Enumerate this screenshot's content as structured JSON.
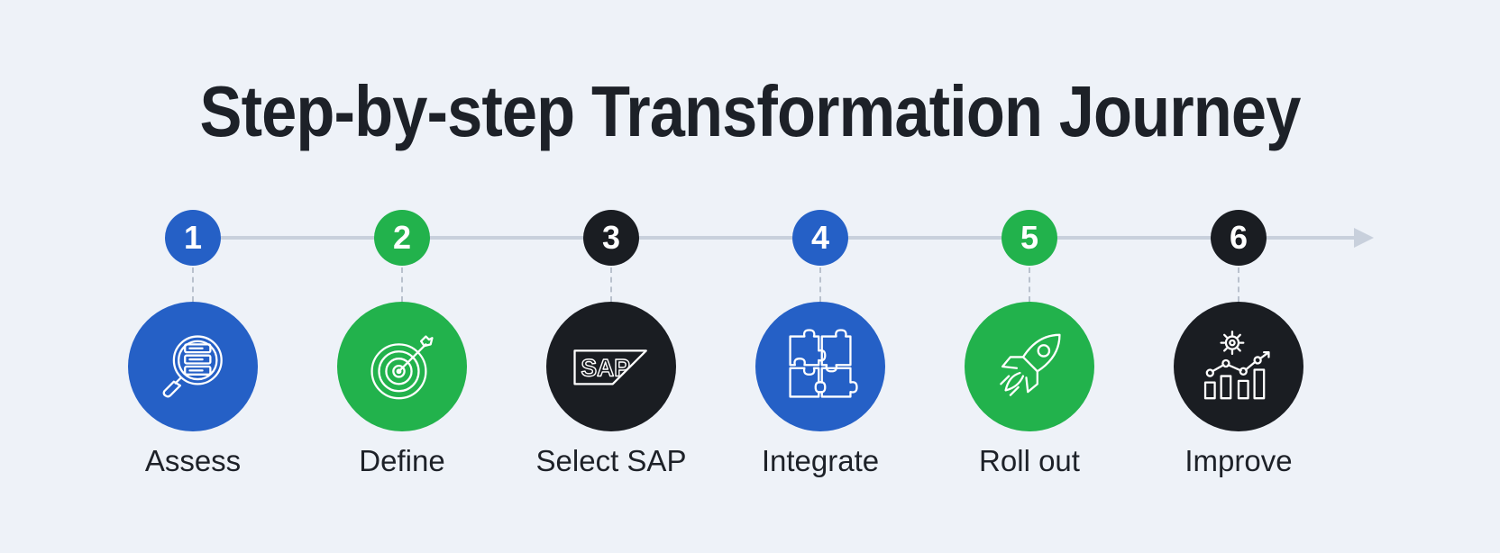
{
  "title": "Step-by-step Transformation Journey",
  "colors": {
    "blue": "#2560c6",
    "green": "#22b24c",
    "dark": "#1a1d22",
    "line": "#c8d0dc",
    "background": "#eef2f8"
  },
  "steps": [
    {
      "number": "1",
      "label": "Assess",
      "color": "blue",
      "icon": "magnifier-document-icon"
    },
    {
      "number": "2",
      "label": "Define",
      "color": "green",
      "icon": "target-dart-icon"
    },
    {
      "number": "3",
      "label": "Select SAP",
      "color": "dark",
      "icon": "sap-logo-icon",
      "logo_text": "SAP"
    },
    {
      "number": "4",
      "label": "Integrate",
      "color": "blue",
      "icon": "puzzle-icon"
    },
    {
      "number": "5",
      "label": "Roll out",
      "color": "green",
      "icon": "rocket-icon"
    },
    {
      "number": "6",
      "label": "Improve",
      "color": "dark",
      "icon": "gear-chart-icon"
    }
  ]
}
